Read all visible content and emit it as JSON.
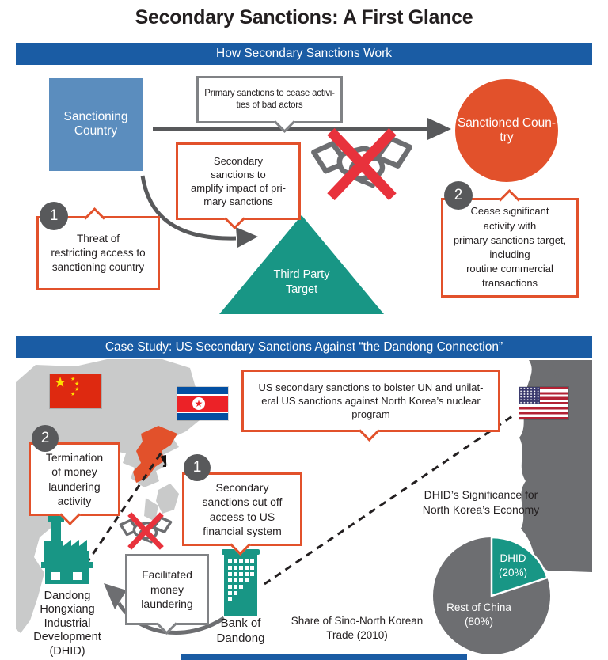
{
  "title": "Secondary Sanctions: A First Glance",
  "how": {
    "banner": "How Secondary Sanctions Work",
    "sanctioning_country": "Sanctioning\nCountry",
    "sanctioned_country": "Sanctioned Coun-\ntry",
    "third_party": "Third Party\nTarget",
    "primary_callout": "Primary sanctions to cease activi-\nties of bad actors",
    "secondary_callout": "Secondary\nsanctions to\namplify impact of pri-\nmary sanctions",
    "step1_num": "1",
    "step1_callout": "Threat of\nrestricting access to\nsanctioning country",
    "step2_num": "2",
    "step2_callout": "Cease significant\nactivity with\nprimary sanctions target,\nincluding\nroutine commercial\ntransactions"
  },
  "case": {
    "banner": "Case Study: US Secondary Sanctions Against “the Dandong Connection”",
    "us_callout": "US secondary sanctions to bolster UN and unilat-\neral US sanctions against North Korea’s nuclear\nprogram",
    "step2_num": "2",
    "step2_callout": "Termination\nof money\nlaundering\nactivity",
    "step1_num": "1",
    "step1_callout": "Secondary\nsanctions cut off\naccess to US\nfinancial system",
    "facilitated_callout": "Facilitated\nmoney\nlaundering",
    "dhid_label": "Dandong\nHongxiang\nIndustrial\nDevelopment\n(DHID)",
    "bank_label": "Bank of\nDandong",
    "pie_title": "DHID’s Significance for\nNorth Korea’s Economy",
    "pie_caption": "Share of Sino-North Korean\nTrade (2010)"
  },
  "icons": {
    "star": "★"
  },
  "colors": {
    "banner_blue": "#1a5ca4",
    "sanctioning_blue": "#5b8dbe",
    "sanction_orange": "#e2512b",
    "teal": "#189685",
    "badge_gray": "#58595b",
    "border_gray": "#808285",
    "map_light": "#c9caca",
    "map_dark": "#6d6e71",
    "x_red": "#e8323c",
    "text": "#231f20"
  },
  "chart_data": {
    "type": "pie",
    "title": "DHID’s Significance for North Korea’s Economy",
    "caption": "Share of Sino-North Korean Trade (2010)",
    "slices": [
      {
        "label": "DHID",
        "value": 20,
        "color": "#189685",
        "display": "DHID\n(20%)"
      },
      {
        "label": "Rest of China",
        "value": 80,
        "color": "#6d6e71",
        "display": "Rest of China\n(80%)"
      }
    ]
  }
}
